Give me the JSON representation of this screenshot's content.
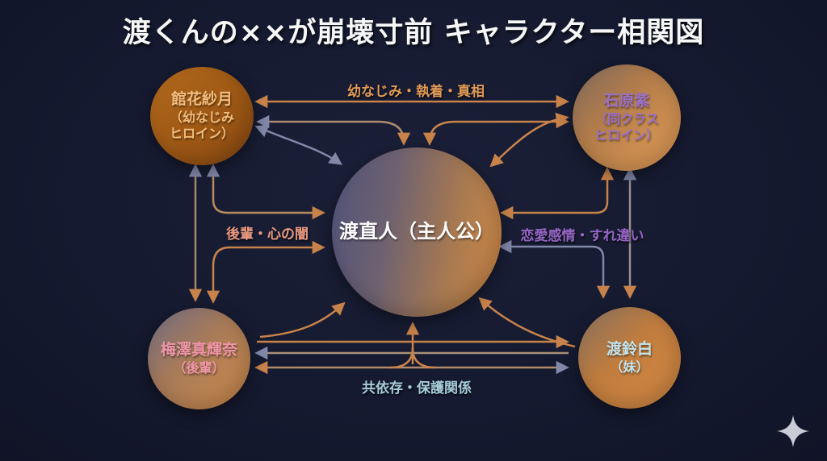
{
  "title": "渡くんの××が崩壊寸前 キャラクター相関図",
  "nodes": {
    "center": {
      "name": "渡直人（主人公）",
      "text_color": "#ffffff"
    },
    "tatebana": {
      "name": "館花紗月",
      "role_line1": "（幼なじみ",
      "role_line2": "ヒロイン）",
      "text_color": "#f2bd7d"
    },
    "ishihara": {
      "name": "石原紫",
      "role_line1": "（同クラス",
      "role_line2": "ヒロイン）",
      "text_color": "#9a70c8"
    },
    "umezawa": {
      "name": "梅澤真輝奈",
      "role_line1": "（後輩）",
      "text_color": "#f095a8"
    },
    "suzushiro": {
      "name": "渡鈴白",
      "role_line1": "（妹）",
      "text_color": "#c3e4ee"
    }
  },
  "edges": {
    "top": {
      "label": "幼なじみ・執着・真相",
      "color": "#e09a55"
    },
    "left": {
      "label": "後輩・心の闇",
      "color": "#e8997f"
    },
    "right": {
      "label": "恋愛感情・すれ違い",
      "color": "#9565c2"
    },
    "bottom": {
      "label": "共依存・保護関係",
      "color": "#a7cdda"
    }
  },
  "colors": {
    "background": "#141830",
    "arrow_orange": "#c8834a",
    "arrow_slate": "#8288a8",
    "sparkle": "#c9ccd6"
  }
}
